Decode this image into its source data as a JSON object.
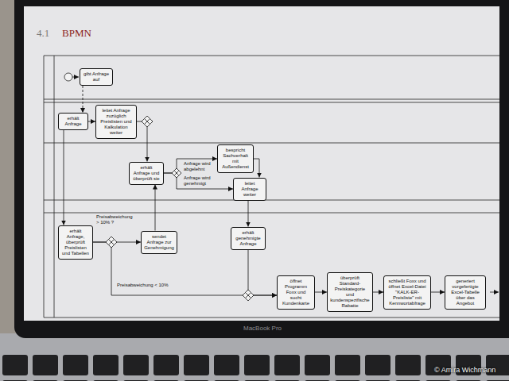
{
  "diagram": {
    "title": "BPMN",
    "nodes": [
      {
        "text": [
          "gibt Anfrage auf"
        ]
      },
      {
        "text": [
          "erhält Anfrage"
        ]
      },
      {
        "text": [
          "leitet Anfrage zuzüglich Preislisten und Kalkulation weiter"
        ]
      },
      {
        "text": [
          "erhält Anfrage und überprüft sie"
        ]
      },
      {
        "text": [
          "bespricht Sachverhalt mit Außendienst"
        ]
      },
      {
        "text": [
          "leitet Anfrage weiter"
        ]
      },
      {
        "text": [
          "erhält Anfrage, überprüft Preislisten und Tabellen"
        ]
      },
      {
        "text": [
          "sendet Anfrage zur Genehmigung"
        ]
      },
      {
        "text": [
          "erhält genehmigte Anfrage"
        ]
      },
      {
        "text": [
          "öffnet Programm Foxx und sucht Kundenkarte"
        ]
      },
      {
        "text": [
          "überprüft Standard-Preiskategorie und kundenspezifische Rabatte"
        ]
      },
      {
        "text": [
          "schließt Foxx und öffnet Excel-Datei \"KALK-ER-Preisliste\" mit Kennwortabfrage"
        ]
      },
      {
        "text": [
          "generiert vorgefertigte Excel-Tabelle über das Angebot"
        ]
      }
    ],
    "edges": [
      {
        "from": 0,
        "to": 1,
        "arrow": "to"
      },
      {
        "from": 1,
        "to": 6,
        "arrow": "to"
      },
      {
        "from": 1,
        "to": 2,
        "arrow": "to"
      },
      {
        "from": 2,
        "to": 3,
        "arrow": "to"
      },
      {
        "from": 6,
        "to": 7,
        "arrow": "to",
        "label": "Preisabweichung > 10% ?"
      },
      {
        "from": 6,
        "to": 9,
        "arrow": "to",
        "label": "Preisabweichung < 10%"
      },
      {
        "from": 7,
        "to": 3,
        "arrow": "to"
      },
      {
        "from": 3,
        "to": 4,
        "arrow": "to",
        "label": "Anfrage wird abgelehnt"
      },
      {
        "from": 3,
        "to": 5,
        "arrow": "to",
        "label": "Anfrage wird genehmigt"
      },
      {
        "from": 4,
        "to": 5,
        "arrow": "to"
      },
      {
        "from": 5,
        "to": 8,
        "arrow": "to"
      },
      {
        "from": 8,
        "to": 9,
        "arrow": "to"
      },
      {
        "from": 9,
        "to": 10,
        "arrow": "to"
      },
      {
        "from": 10,
        "to": 11,
        "arrow": "to"
      },
      {
        "from": 11,
        "to": 12,
        "arrow": "to"
      }
    ],
    "labels": [
      "4.1",
      "MacBook Pro",
      "© Amira Wichmann"
    ]
  }
}
